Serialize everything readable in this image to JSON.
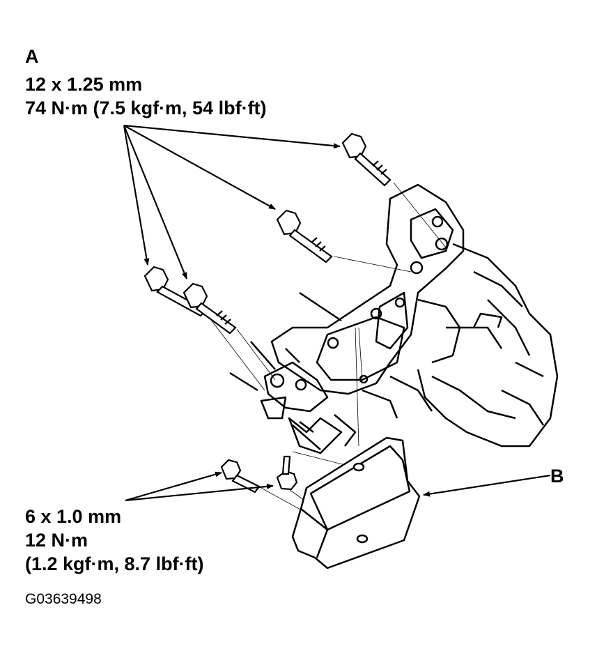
{
  "callout_a": {
    "letter": "A",
    "size": "12 x 1.25 mm",
    "torque": "74 N·m (7.5 kgf·m, 54 lbf·ft)"
  },
  "callout_small_bolts": {
    "size": "6 x 1.0 mm",
    "torque": "12 N·m",
    "torque_alt": "(1.2 kgf·m, 8.7 lbf·ft)"
  },
  "callout_b": {
    "letter": "B"
  },
  "figure_code": "G03639498"
}
